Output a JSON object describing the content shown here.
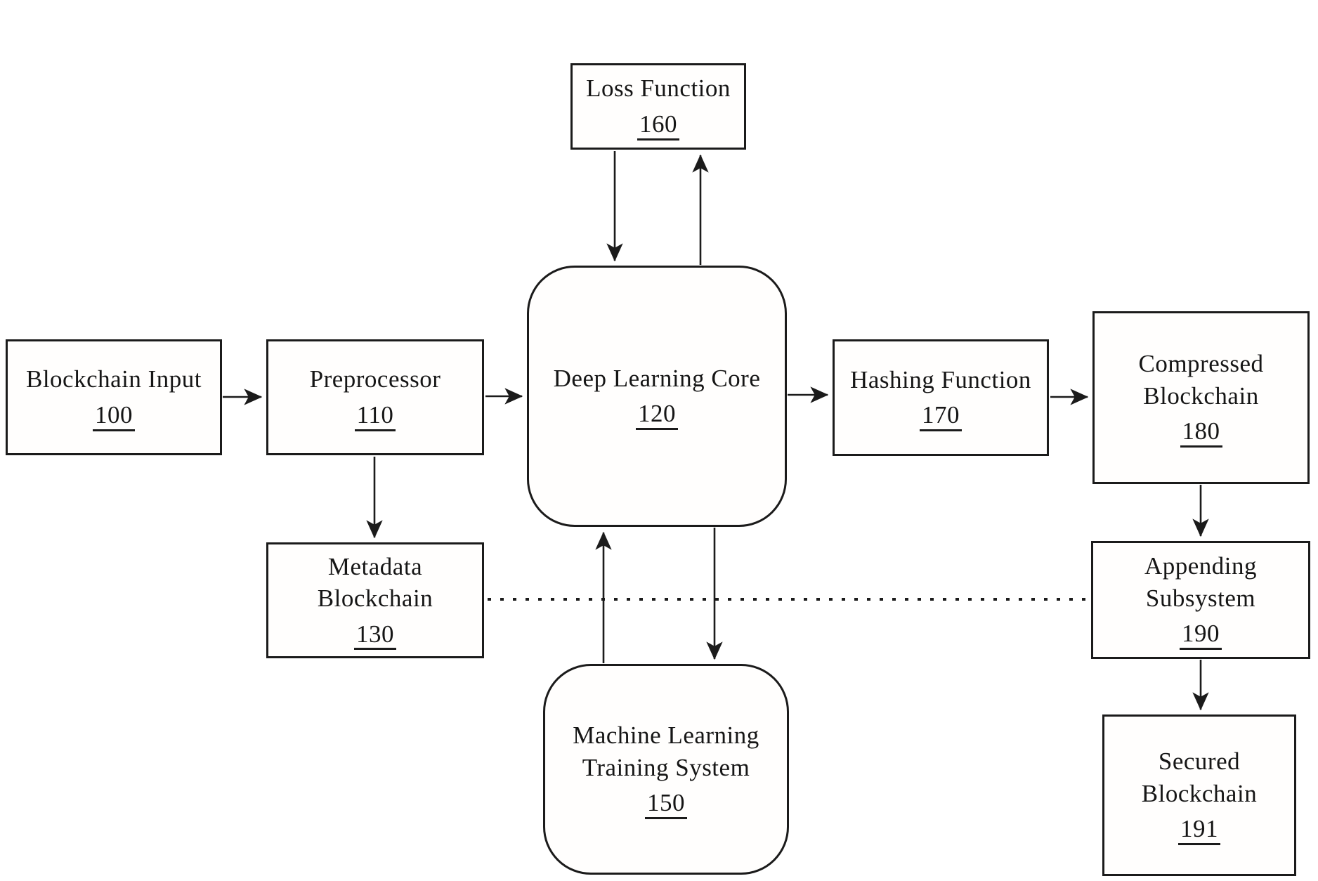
{
  "diagram": {
    "type": "block-diagram",
    "description": "Patent-style figure of a deep-learning blockchain compression system",
    "colors": {
      "background": "#ffffff",
      "line": "#1b1b1b",
      "text": "#161616"
    },
    "nodes": {
      "blockchain_input": {
        "title": "Blockchain Input",
        "number": "100",
        "shape": "rectangle"
      },
      "preprocessor": {
        "title": "Preprocessor",
        "number": "110",
        "shape": "rectangle"
      },
      "deep_learning_core": {
        "title": "Deep Learning Core",
        "number": "120",
        "shape": "rounded-rectangle"
      },
      "metadata_blockchain": {
        "title": "Metadata Blockchain",
        "number": "130",
        "shape": "rectangle"
      },
      "ml_training_system": {
        "title": "Machine Learning Training System",
        "number": "150",
        "shape": "rounded-rectangle"
      },
      "loss_function": {
        "title": "Loss Function",
        "number": "160",
        "shape": "rectangle"
      },
      "hashing_function": {
        "title": "Hashing Function",
        "number": "170",
        "shape": "rectangle"
      },
      "compressed_blockchain": {
        "title": "Compressed Blockchain",
        "number": "180",
        "shape": "rectangle"
      },
      "appending_subsystem": {
        "title": "Appending Subsystem",
        "number": "190",
        "shape": "rectangle"
      },
      "secured_blockchain": {
        "title": "Secured Blockchain",
        "number": "191",
        "shape": "rectangle"
      }
    },
    "edges": [
      {
        "from": "blockchain_input",
        "to": "preprocessor",
        "style": "solid-arrow"
      },
      {
        "from": "preprocessor",
        "to": "deep_learning_core",
        "style": "solid-arrow"
      },
      {
        "from": "deep_learning_core",
        "to": "hashing_function",
        "style": "solid-arrow"
      },
      {
        "from": "hashing_function",
        "to": "compressed_blockchain",
        "style": "solid-arrow"
      },
      {
        "from": "loss_function",
        "to": "deep_learning_core",
        "style": "solid-arrow"
      },
      {
        "from": "deep_learning_core",
        "to": "loss_function",
        "style": "solid-arrow"
      },
      {
        "from": "preprocessor",
        "to": "metadata_blockchain",
        "style": "solid-arrow"
      },
      {
        "from": "ml_training_system",
        "to": "deep_learning_core",
        "style": "solid-arrow"
      },
      {
        "from": "deep_learning_core",
        "to": "ml_training_system",
        "style": "solid-arrow"
      },
      {
        "from": "compressed_blockchain",
        "to": "appending_subsystem",
        "style": "solid-arrow"
      },
      {
        "from": "appending_subsystem",
        "to": "secured_blockchain",
        "style": "solid-arrow"
      },
      {
        "from": "metadata_blockchain",
        "to": "appending_subsystem",
        "style": "dotted-line"
      }
    ]
  }
}
